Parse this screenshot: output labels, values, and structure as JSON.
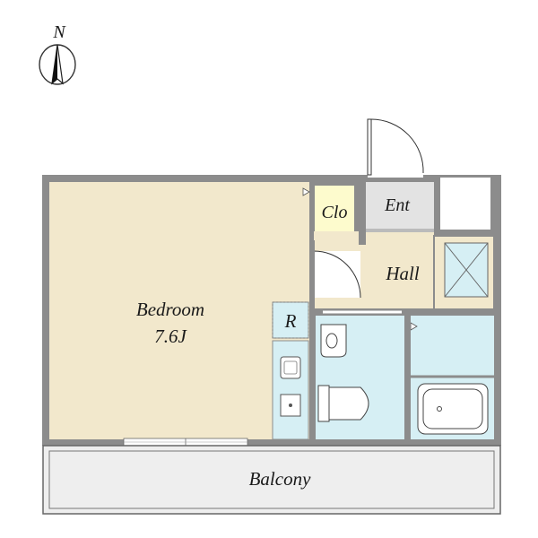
{
  "compass": {
    "label": "N",
    "icon": "north-arrow-icon"
  },
  "rooms": {
    "bedroom": {
      "name": "Bedroom",
      "size": "7.6J"
    },
    "closet": {
      "name": "Clo"
    },
    "entrance": {
      "name": "Ent"
    },
    "hall": {
      "name": "Hall"
    },
    "refrigerator": {
      "name": "R"
    },
    "balcony": {
      "name": "Balcony"
    }
  },
  "colors": {
    "bedroom": "#f2e8cc",
    "hall": "#f2e8cc",
    "closet": "#fdfbcd",
    "wet": "#d6eff4",
    "entrance": "#e3e3e3",
    "balcony": "#eeeeee",
    "wall": "#8c8c8c",
    "line": "#555555"
  }
}
